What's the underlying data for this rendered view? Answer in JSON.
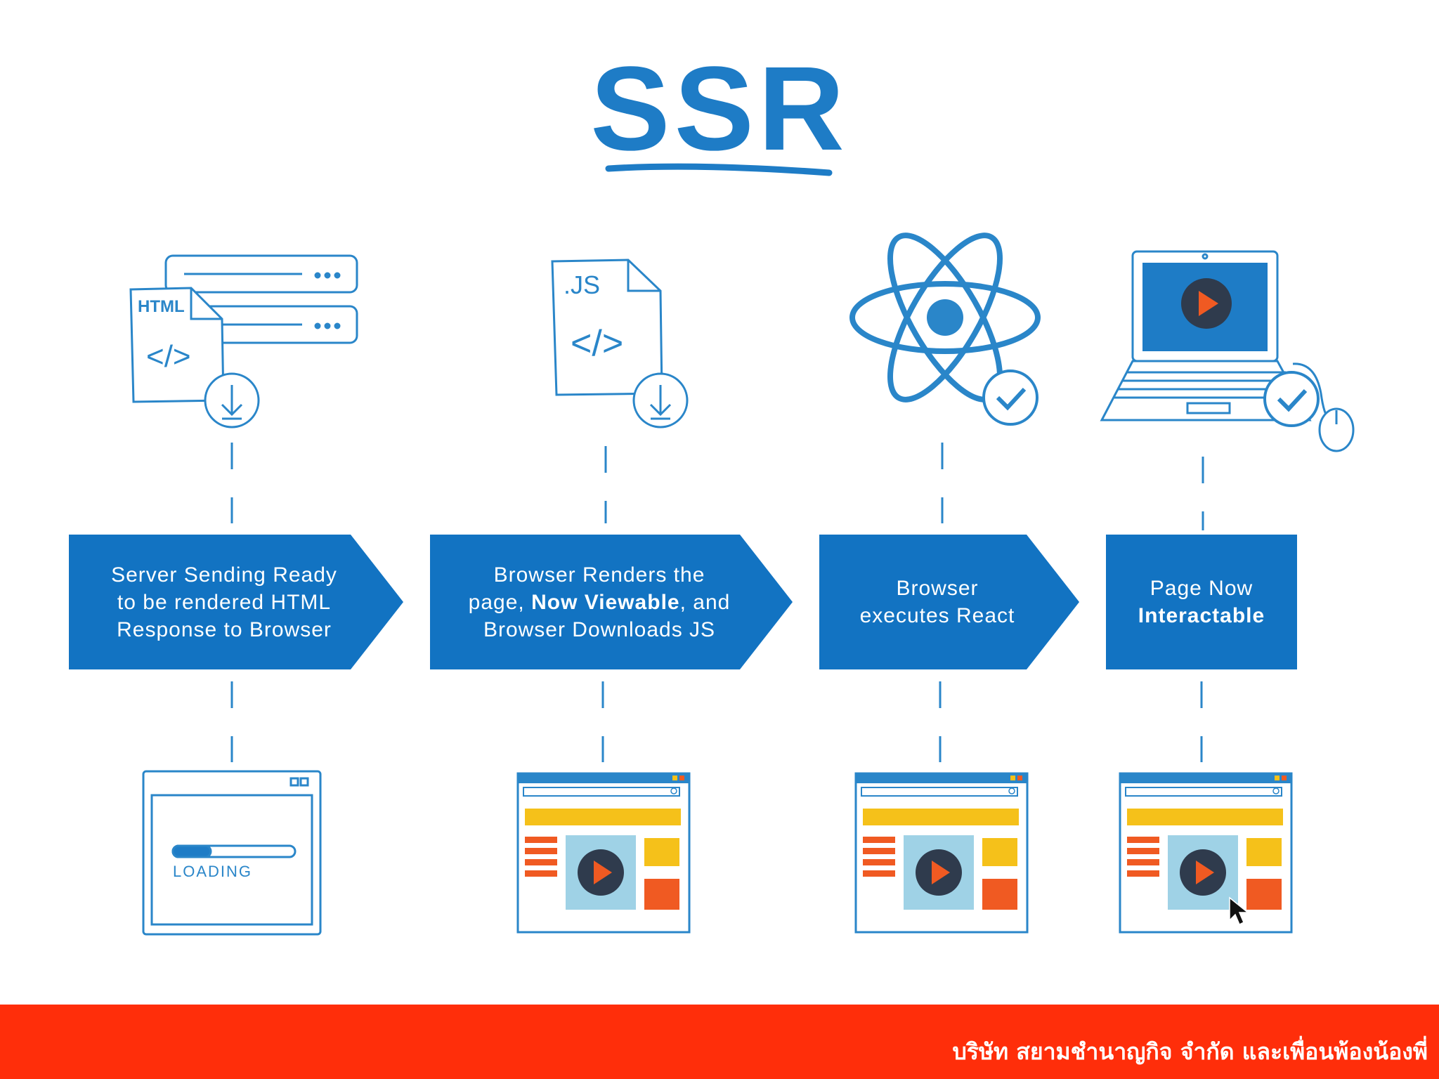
{
  "title": "SSR",
  "steps": [
    {
      "lines": [
        "Server Sending Ready",
        "to be rendered HTML",
        "Response to Browser"
      ]
    },
    {
      "line1": "Browser Renders the",
      "line2_pre": "page, ",
      "line2_bold": "Now Viewable",
      "line2_post": ", and",
      "line3": "Browser Downloads JS"
    },
    {
      "lines": [
        "Browser",
        "executes React"
      ]
    },
    {
      "line1": "Page Now",
      "line2_bold": "Interactable"
    }
  ],
  "icons": {
    "html_file_label": "HTML",
    "js_file_label": ".JS",
    "code_glyph": "</>",
    "loading_label": "LOADING"
  },
  "footer": {
    "text": "บริษัท สยามชำนาญกิจ จำกัด และเพื่อนพ้องน้องพี่"
  },
  "colors": {
    "blue": "#1273c2",
    "line_blue": "#2a86c9",
    "footer_red": "#ff2e0a",
    "yellow": "#f5c11a",
    "orange": "#f05a22",
    "light_blue": "#9fd2e6"
  }
}
